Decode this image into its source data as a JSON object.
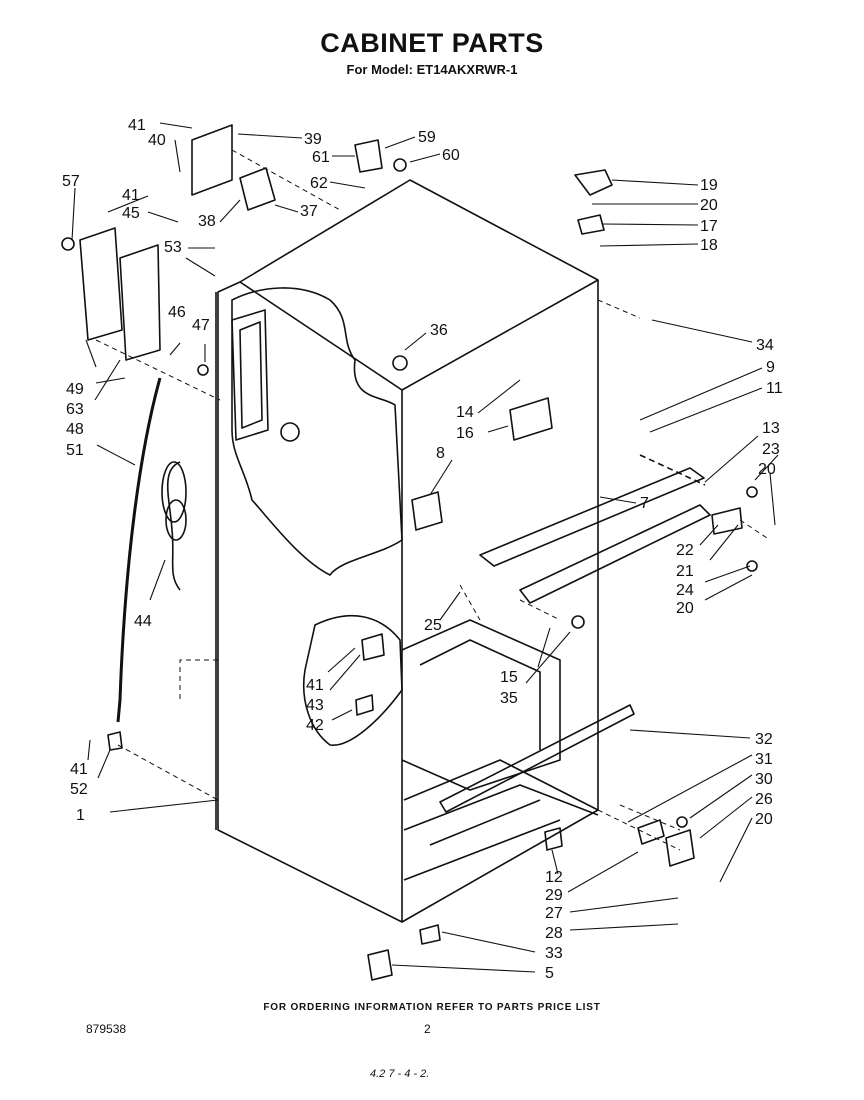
{
  "header": {
    "title": "CABINET PARTS",
    "subtitle": "For Model: ET14AKXRWR-1"
  },
  "footer": {
    "ordering_note": "FOR ORDERING INFORMATION REFER TO PARTS PRICE LIST",
    "document_number": "879538",
    "page_number": "2",
    "handwritten_mark": "4.2 7 - 4 - 2."
  },
  "part_labels": [
    "1",
    "5",
    "7",
    "8",
    "9",
    "11",
    "12",
    "13",
    "14",
    "15",
    "16",
    "17",
    "18",
    "19",
    "20",
    "21",
    "22",
    "23",
    "24",
    "25",
    "26",
    "27",
    "28",
    "29",
    "30",
    "31",
    "32",
    "33",
    "34",
    "35",
    "36",
    "37",
    "38",
    "39",
    "40",
    "41",
    "42",
    "43",
    "44",
    "45",
    "46",
    "47",
    "48",
    "49",
    "51",
    "52",
    "53",
    "57",
    "59",
    "60",
    "61",
    "62",
    "63"
  ]
}
